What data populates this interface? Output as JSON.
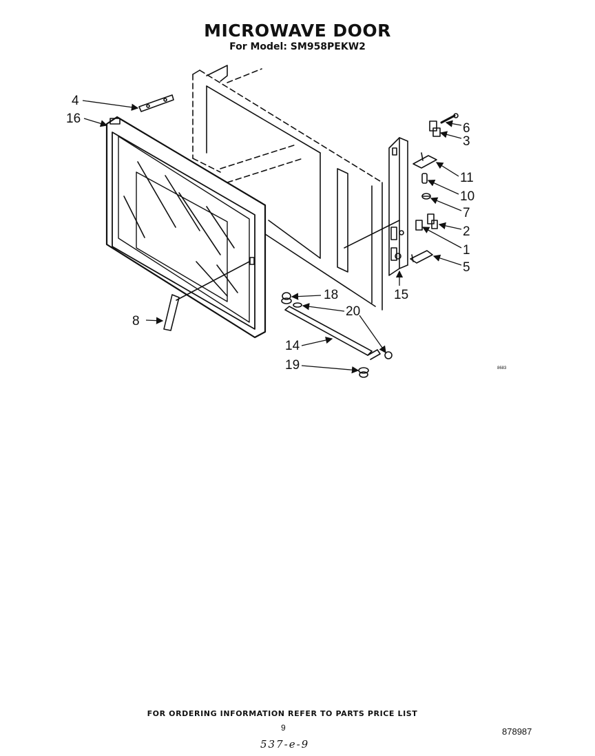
{
  "header": {
    "title": "MICROWAVE DOOR",
    "subtitle": "For Model: SM958PEKW2"
  },
  "callouts": {
    "c1": "1",
    "c2": "2",
    "c3": "3",
    "c4": "4",
    "c5": "5",
    "c6": "6",
    "c7": "7",
    "c8": "8",
    "c10": "10",
    "c11": "11",
    "c14": "14",
    "c15": "15",
    "c16": "16",
    "c18": "18",
    "c19": "19",
    "c20": "20"
  },
  "corner_code": "8683",
  "footer": {
    "ordering_note": "FOR ORDERING INFORMATION REFER TO PARTS PRICE LIST",
    "page_number": "9",
    "document_number": "878987",
    "handwritten_note": "537-e-9"
  }
}
